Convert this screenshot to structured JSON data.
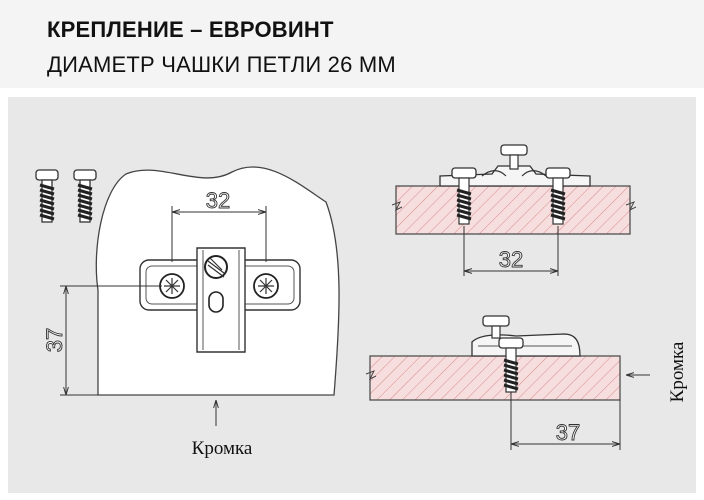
{
  "header": {
    "title": "КРЕПЛЕНИЕ – ЕВРОВИНТ",
    "subtitle": "ДИАМЕТР ЧАШКИ ПЕТЛИ 26 ММ"
  },
  "front_view": {
    "dim_horizontal": "32",
    "dim_vertical": "37",
    "edge_label": "Кромка"
  },
  "top_section": {
    "dim_horizontal": "32"
  },
  "bottom_section": {
    "dim_horizontal": "37",
    "edge_label": "Кромка"
  },
  "colors": {
    "header_bg": "#f4f4f4",
    "panel_bg": "#e8e8e8",
    "wood_fill": "#f6dede",
    "hatch": "#d98a8a"
  }
}
